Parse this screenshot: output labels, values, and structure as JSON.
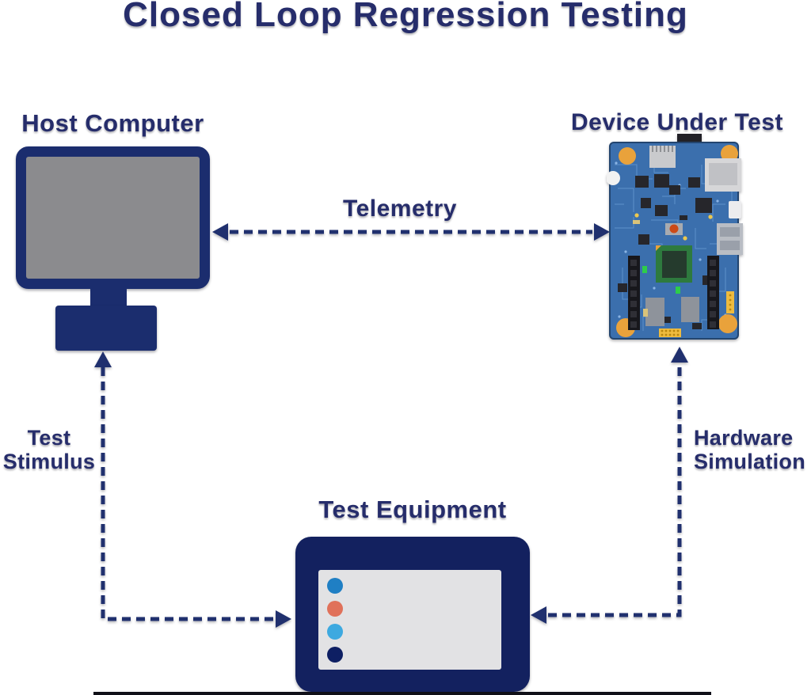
{
  "title": "Closed Loop Regression Testing",
  "colors": {
    "navy_text": "#262d6b",
    "line_navy": "#20306e",
    "monitor_frame": "#1b2d6e",
    "monitor_screen": "#8b8b8e",
    "equipment_body": "#13215f",
    "equipment_screen": "#e2e2e4",
    "board_blue": "#3b6fad",
    "board_pad_orange": "#e9a23b",
    "chip_green": "#2e7a3e"
  },
  "nodes": {
    "host": {
      "label": "Host Computer"
    },
    "dut": {
      "label": "Device Under Test"
    },
    "equipment": {
      "label": "Test Equipment",
      "leds": [
        "#1f7fc4",
        "#e0715a",
        "#3da9e0",
        "#0e1f63"
      ]
    }
  },
  "edges": {
    "telemetry": {
      "label": "Telemetry"
    },
    "test_stimulus": {
      "label_line1": "Test",
      "label_line2": "Stimulus"
    },
    "hardware_simulation": {
      "label_line1": "Hardware",
      "label_line2": "Simulation"
    }
  }
}
